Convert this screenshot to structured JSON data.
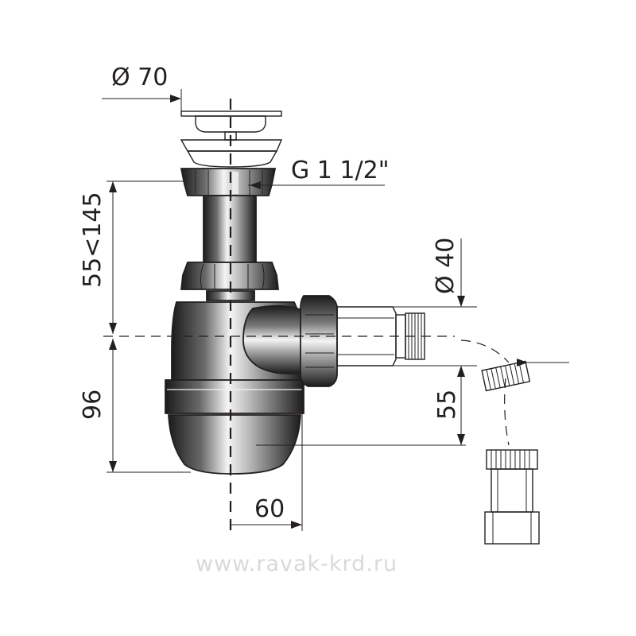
{
  "diagram": {
    "dimensions": {
      "outlet_diameter": "Ø 70",
      "thread": "G 1 1/2\"",
      "height_range": "55<145",
      "pipe_diameter": "Ø 40",
      "bottom_height": "96",
      "outlet_height": "55",
      "offset_width": "60"
    },
    "watermark": "www.ravak-krd.ru"
  },
  "colors": {
    "ink": "#231f20",
    "body_fill": "#2e2e2e",
    "highlight": "#f2f2f2",
    "watermark": "#d9d9d9"
  }
}
